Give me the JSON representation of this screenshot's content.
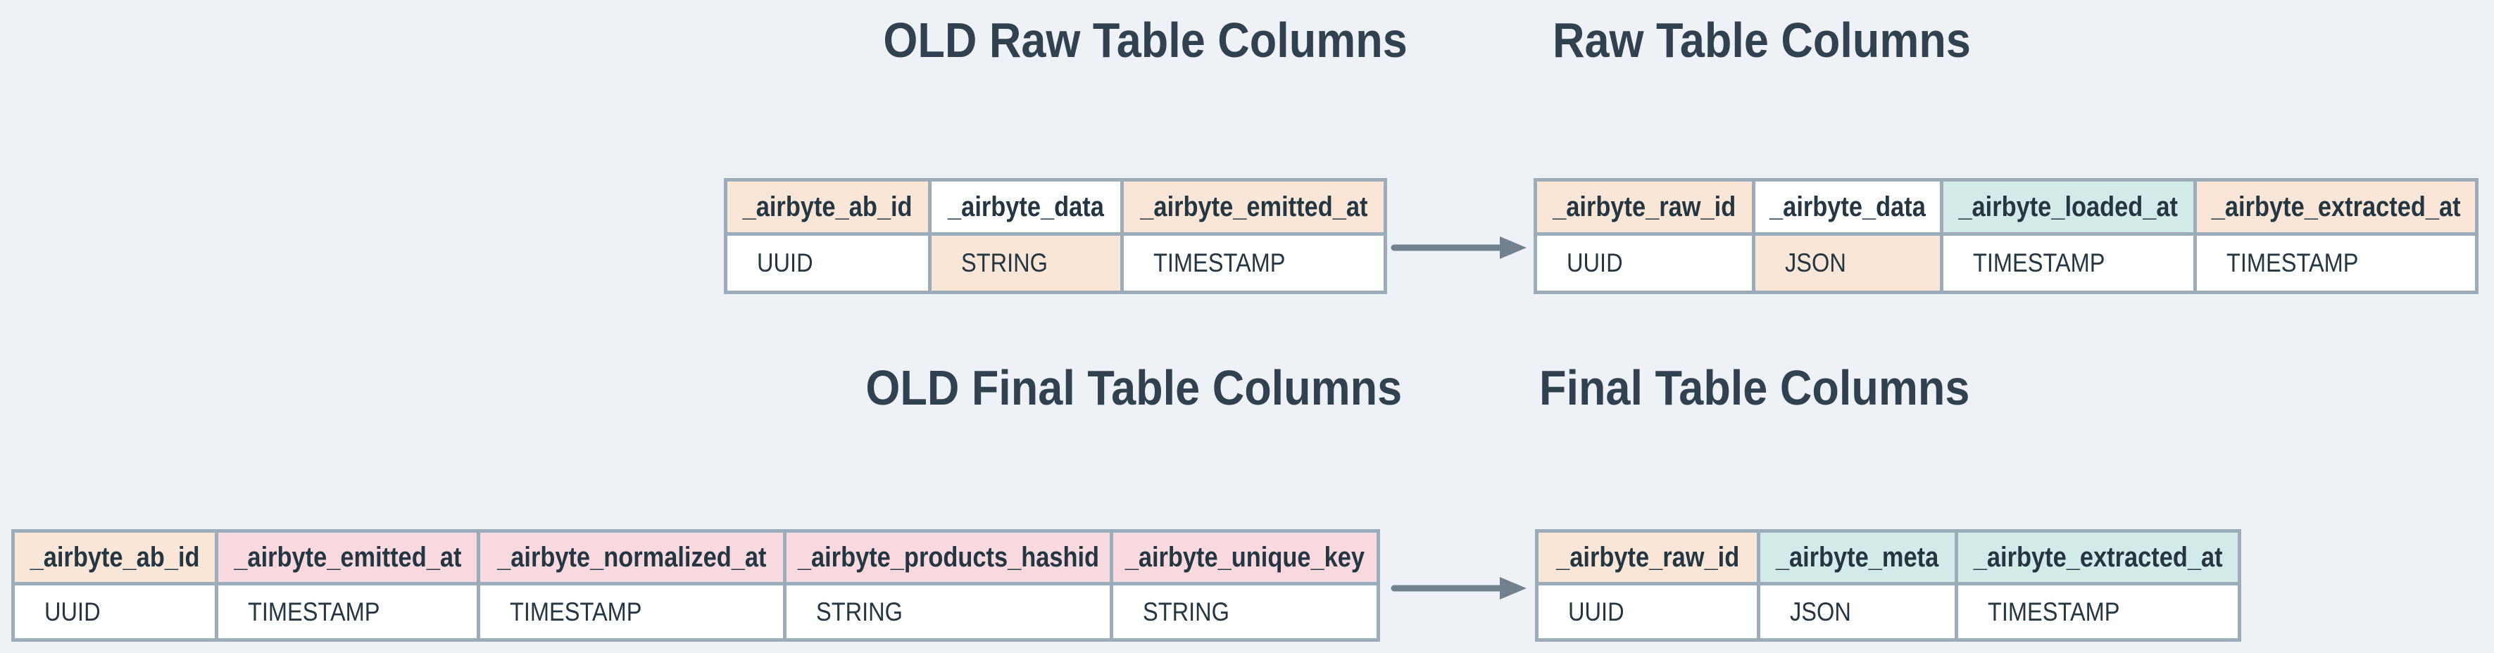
{
  "colors": {
    "bg": "#eef2f6",
    "border": "#9bacbb",
    "text": "#243642",
    "title": "#304250",
    "arrow": "#73818e",
    "peach": "#fae6d7",
    "pink": "#f8d9de",
    "teal": "#d3ebe8",
    "white": "#ffffff"
  },
  "tables": {
    "old_raw": {
      "title": "OLD Raw Table Columns",
      "columns": [
        {
          "name": "_airbyte_ab_id",
          "type": "UUID",
          "name_bg": "peach",
          "type_bg": "white"
        },
        {
          "name": "_airbyte_data",
          "type": "STRING",
          "name_bg": "white",
          "type_bg": "peach"
        },
        {
          "name": "_airbyte_emitted_at",
          "type": "TIMESTAMP",
          "name_bg": "peach",
          "type_bg": "white"
        }
      ]
    },
    "raw": {
      "title": "Raw Table Columns",
      "columns": [
        {
          "name": "_airbyte_raw_id",
          "type": "UUID",
          "name_bg": "peach",
          "type_bg": "white"
        },
        {
          "name": "_airbyte_data",
          "type": "JSON",
          "name_bg": "white",
          "type_bg": "peach"
        },
        {
          "name": "_airbyte_loaded_at",
          "type": "TIMESTAMP",
          "name_bg": "teal",
          "type_bg": "white"
        },
        {
          "name": "_airbyte_extracted_at",
          "type": "TIMESTAMP",
          "name_bg": "peach",
          "type_bg": "white"
        }
      ]
    },
    "old_final": {
      "title": "OLD Final Table Columns",
      "columns": [
        {
          "name": "_airbyte_ab_id",
          "type": "UUID",
          "name_bg": "peach",
          "type_bg": "white"
        },
        {
          "name": "_airbyte_emitted_at",
          "type": "TIMESTAMP",
          "name_bg": "pink",
          "type_bg": "white"
        },
        {
          "name": "_airbyte_normalized_at",
          "type": "TIMESTAMP",
          "name_bg": "pink",
          "type_bg": "white"
        },
        {
          "name": "_airbyte_products_hashid",
          "type": "STRING",
          "name_bg": "pink",
          "type_bg": "white"
        },
        {
          "name": "_airbyte_unique_key",
          "type": "STRING",
          "name_bg": "pink",
          "type_bg": "white"
        }
      ]
    },
    "final": {
      "title": "Final Table Columns",
      "columns": [
        {
          "name": "_airbyte_raw_id",
          "type": "UUID",
          "name_bg": "peach",
          "type_bg": "white"
        },
        {
          "name": "_airbyte_meta",
          "type": "JSON",
          "name_bg": "teal",
          "type_bg": "white"
        },
        {
          "name": "_airbyte_extracted_at",
          "type": "TIMESTAMP",
          "name_bg": "teal",
          "type_bg": "white"
        }
      ]
    }
  }
}
